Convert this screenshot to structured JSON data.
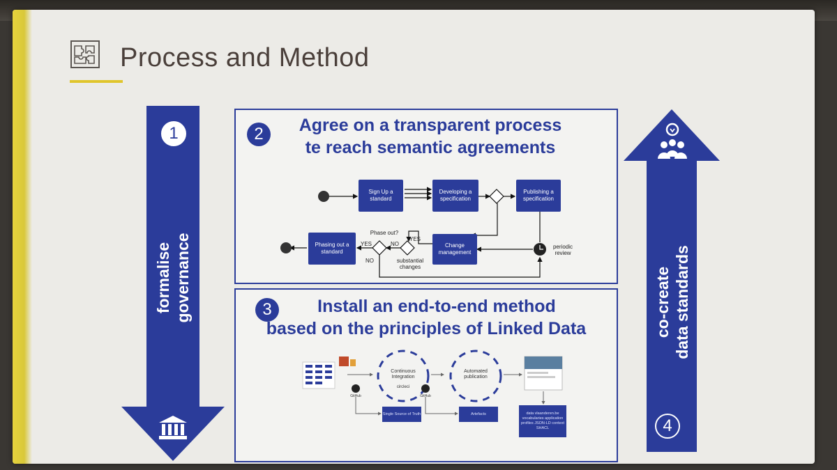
{
  "slide": {
    "title": "Process and Method",
    "colors": {
      "primary_blue": "#2b3c9a",
      "accent_yellow": "#e0c52c",
      "title_text": "#4a3f3a"
    }
  },
  "step1": {
    "number": "1",
    "label_line1": "formalise",
    "label_line2": "governance",
    "icon": "institution-icon"
  },
  "step2": {
    "number": "2",
    "title_line1": "Agree on a transparent process",
    "title_line2": "te reach semantic agreements",
    "nodes": {
      "sign_up": "Sign Up a standard",
      "developing": "Developing a specification",
      "publishing": "Publishing a specification",
      "change": "Change management",
      "phasing_out": "Phasing out a standard"
    },
    "labels": {
      "phase_out": "Phase out?",
      "yes1": "YES",
      "no1": "NO",
      "yes2": "YES",
      "no2": "NO",
      "substantial": "substantial changes",
      "periodic": "periodic review"
    }
  },
  "step3": {
    "number": "3",
    "title_line1": "Install an end-to-end method",
    "title_line2": "based on the principles of Linked Data",
    "ci_label": "Continuous Integration",
    "ci_tool": "circleci",
    "pub_label": "Automated publication",
    "github1": "GitHub",
    "github2": "GitHub",
    "ssot": "Single Source of Truth",
    "artefacts": "Artefacts",
    "outputs": "data vlaanderen.be vocabularies application profiles JSON-LD context SHACL"
  },
  "step4": {
    "number": "4",
    "label_line1": "co-create",
    "label_line2": "data standards",
    "icon": "people-lightbulb-icon"
  }
}
